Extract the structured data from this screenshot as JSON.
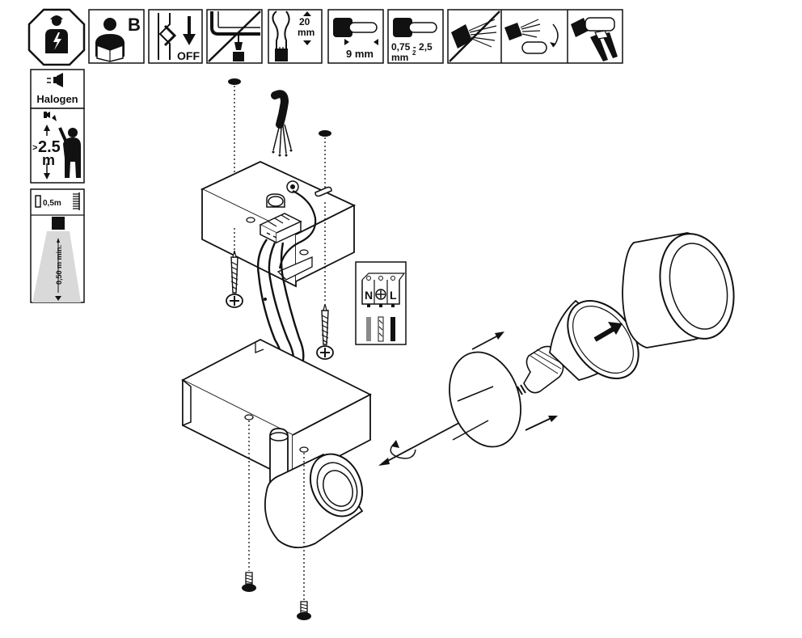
{
  "header_icons": {
    "safety_class": "B",
    "power": "OFF",
    "strip_length_top": "20",
    "strip_length_top_unit": "mm",
    "strip_length": "9 mm",
    "wire_section": "0,75 - 2,5",
    "wire_section_unit": "mm",
    "wire_section_exp": "2"
  },
  "side_icons": {
    "lamp_type": "Halogen",
    "mount_height": "2.5",
    "mount_height_prefix": ">",
    "mount_height_unit": "m",
    "min_distance_top": "0,5m",
    "min_distance_label": "0,50 m min."
  },
  "terminal": {
    "neutral": "N",
    "live": "L"
  },
  "colors": {
    "ink": "#111111",
    "panel_fill": "#ffffff",
    "light_beam": "#d9d9d9",
    "dark_gray": "#6b6b6b"
  }
}
